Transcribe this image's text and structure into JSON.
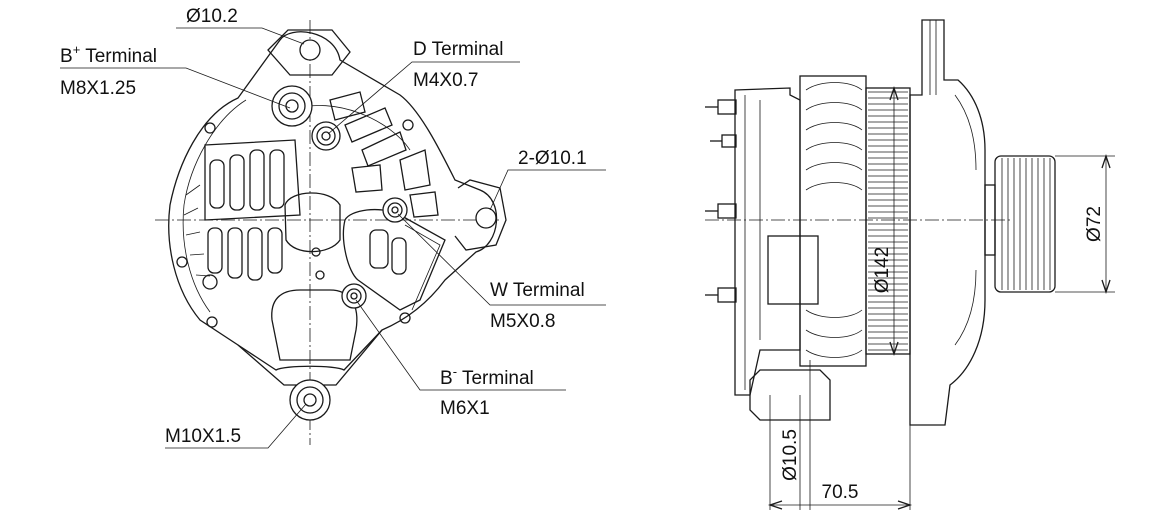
{
  "front_view": {
    "mount_hole": {
      "value": "Ø10.2"
    },
    "b_plus": {
      "name": "B",
      "sign": "+",
      "suffix": " Terminal",
      "thread": "M8X1.25"
    },
    "d_terminal": {
      "name": "D Terminal",
      "thread": "M4X0.7"
    },
    "side_holes": {
      "value": "2-Ø10.1"
    },
    "w_terminal": {
      "name": "W Terminal",
      "thread": "M5X0.8"
    },
    "b_minus": {
      "name": "B",
      "sign": "-",
      "suffix": "  Terminal",
      "thread": "M6X1"
    },
    "bottom_mount": {
      "thread": "M10X1.5"
    }
  },
  "side_view": {
    "pulley_diameter": "Ø72",
    "stator_diameter": "Ø142",
    "bushing_diameter": "Ø10.5",
    "mount_offset": "70.5"
  }
}
